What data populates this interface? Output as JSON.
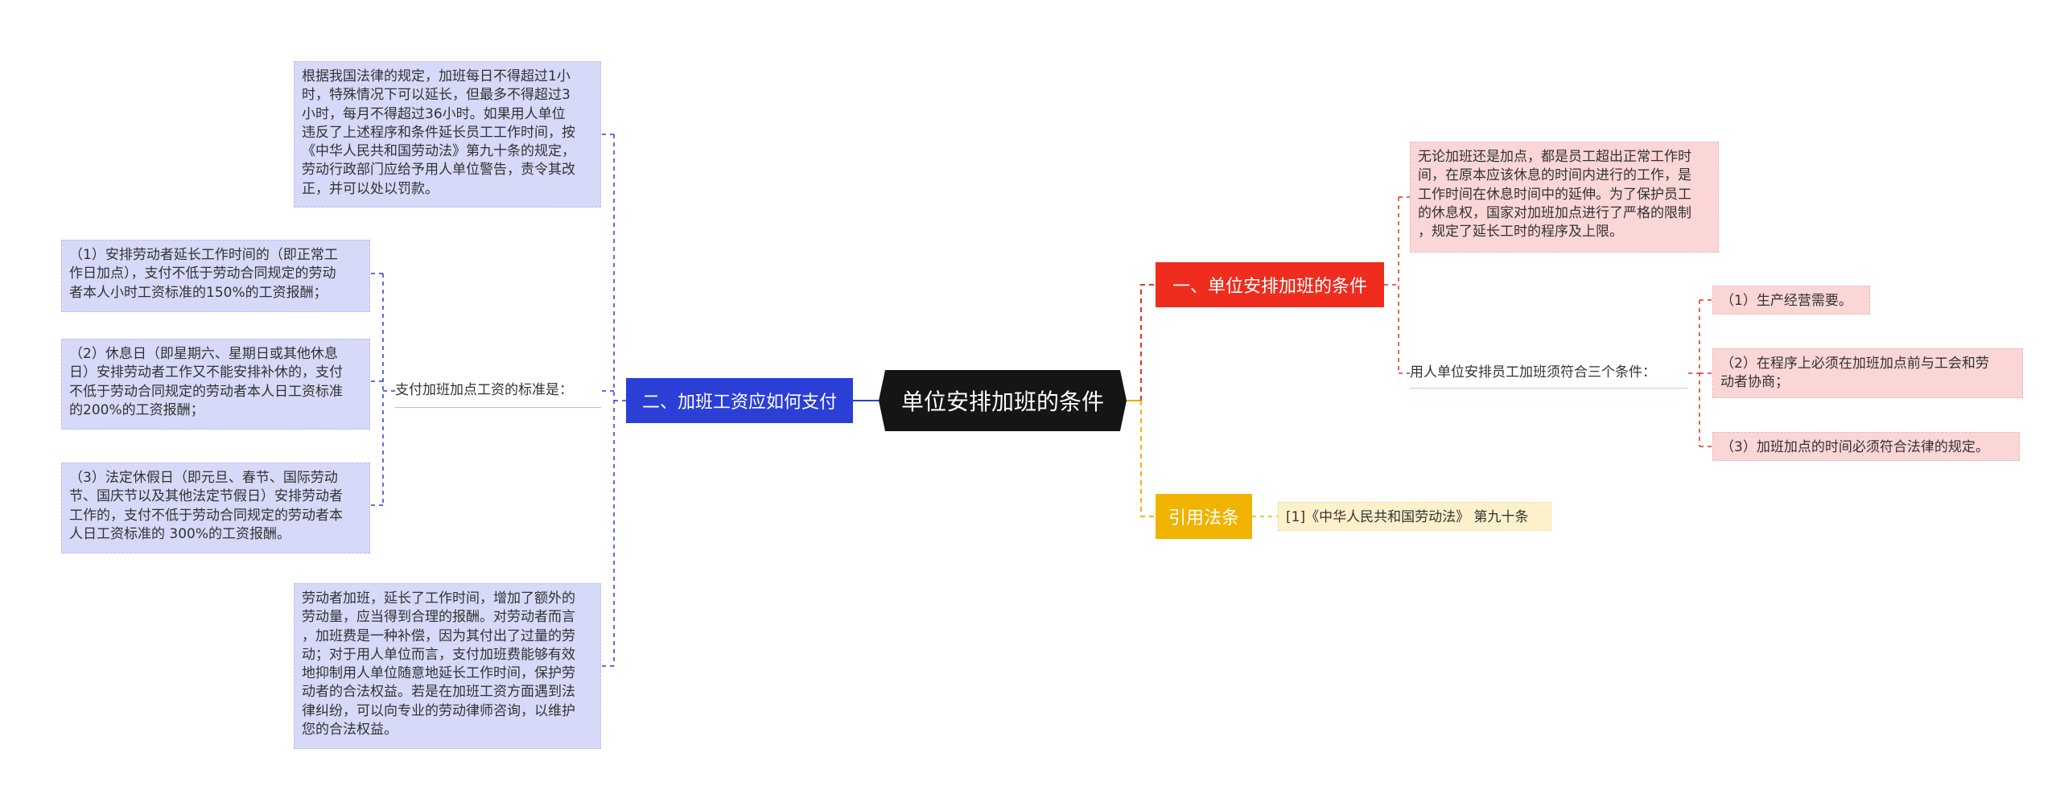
{
  "root": {
    "title": "单位安排加班的条件"
  },
  "branches": {
    "conditions": {
      "label": "一、单位安排加班的条件",
      "color": "#ee2d1e",
      "intro": "无论加班还是加点，都是员工超出正常工作时\n间，在原本应该休息的时间内进行的工作，是\n工作时间在休息时间中的延伸。为了保护员工\n的休息权，国家对加班加点进行了严格的限制\n，规定了延长工时的程序及上限。",
      "requirement_label": "用人单位安排员工加班须符合三个条件：",
      "requirements": [
        "（1）生产经营需要。",
        "（2）在程序上必须在加班加点前与工会和劳\n动者协商；",
        "（3）加班加点的时间必须符合法律的规定。"
      ]
    },
    "law": {
      "label": "引用法条",
      "color": "#f0b400",
      "items": [
        "[1]《中华人民共和国劳动法》 第九十条"
      ]
    },
    "pay": {
      "label": "二、加班工资应如何支付",
      "color": "#2b3fd6",
      "top_note": "根据我国法律的规定，加班每日不得超过1小\n时，特殊情况下可以延长，但最多不得超过3\n小时，每月不得超过36小时。如果用人单位\n违反了上述程序和条件延长员工工作时间，按\n《中华人民共和国劳动法》第九十条的规定，\n劳动行政部门应给予用人单位警告，责令其改\n正，并可以处以罚款。",
      "standard_label": "支付加班加点工资的标准是：",
      "standards": [
        "（1）安排劳动者延长工作时间的（即正常工\n作日加点），支付不低于劳动合同规定的劳动\n者本人小时工资标准的150%的工资报酬；",
        "（2）休息日（即星期六、星期日或其他休息\n日）安排劳动者工作又不能安排补休的，支付\n不低于劳动合同规定的劳动者本人日工资标准\n的200%的工资报酬；",
        "（3）法定休假日（即元旦、春节、国际劳动\n节、国庆节以及其他法定节假日）安排劳动者\n工作的，支付不低于劳动合同规定的劳动者本\n人日工资标准的 300%的工资报酬。"
      ],
      "bottom_note": "劳动者加班，延长了工作时间，增加了额外的\n劳动量，应当得到合理的报酬。对劳动者而言\n，加班费是一种补偿，因为其付出了过量的劳\n动；对于用人单位而言，支付加班费能够有效\n地抑制用人单位随意地延长工作时间，保护劳\n动者的合法权益。若是在加班工资方面遇到法\n律纠纷，可以向专业的劳动律师咨询，以维护\n您的合法权益。"
    }
  }
}
